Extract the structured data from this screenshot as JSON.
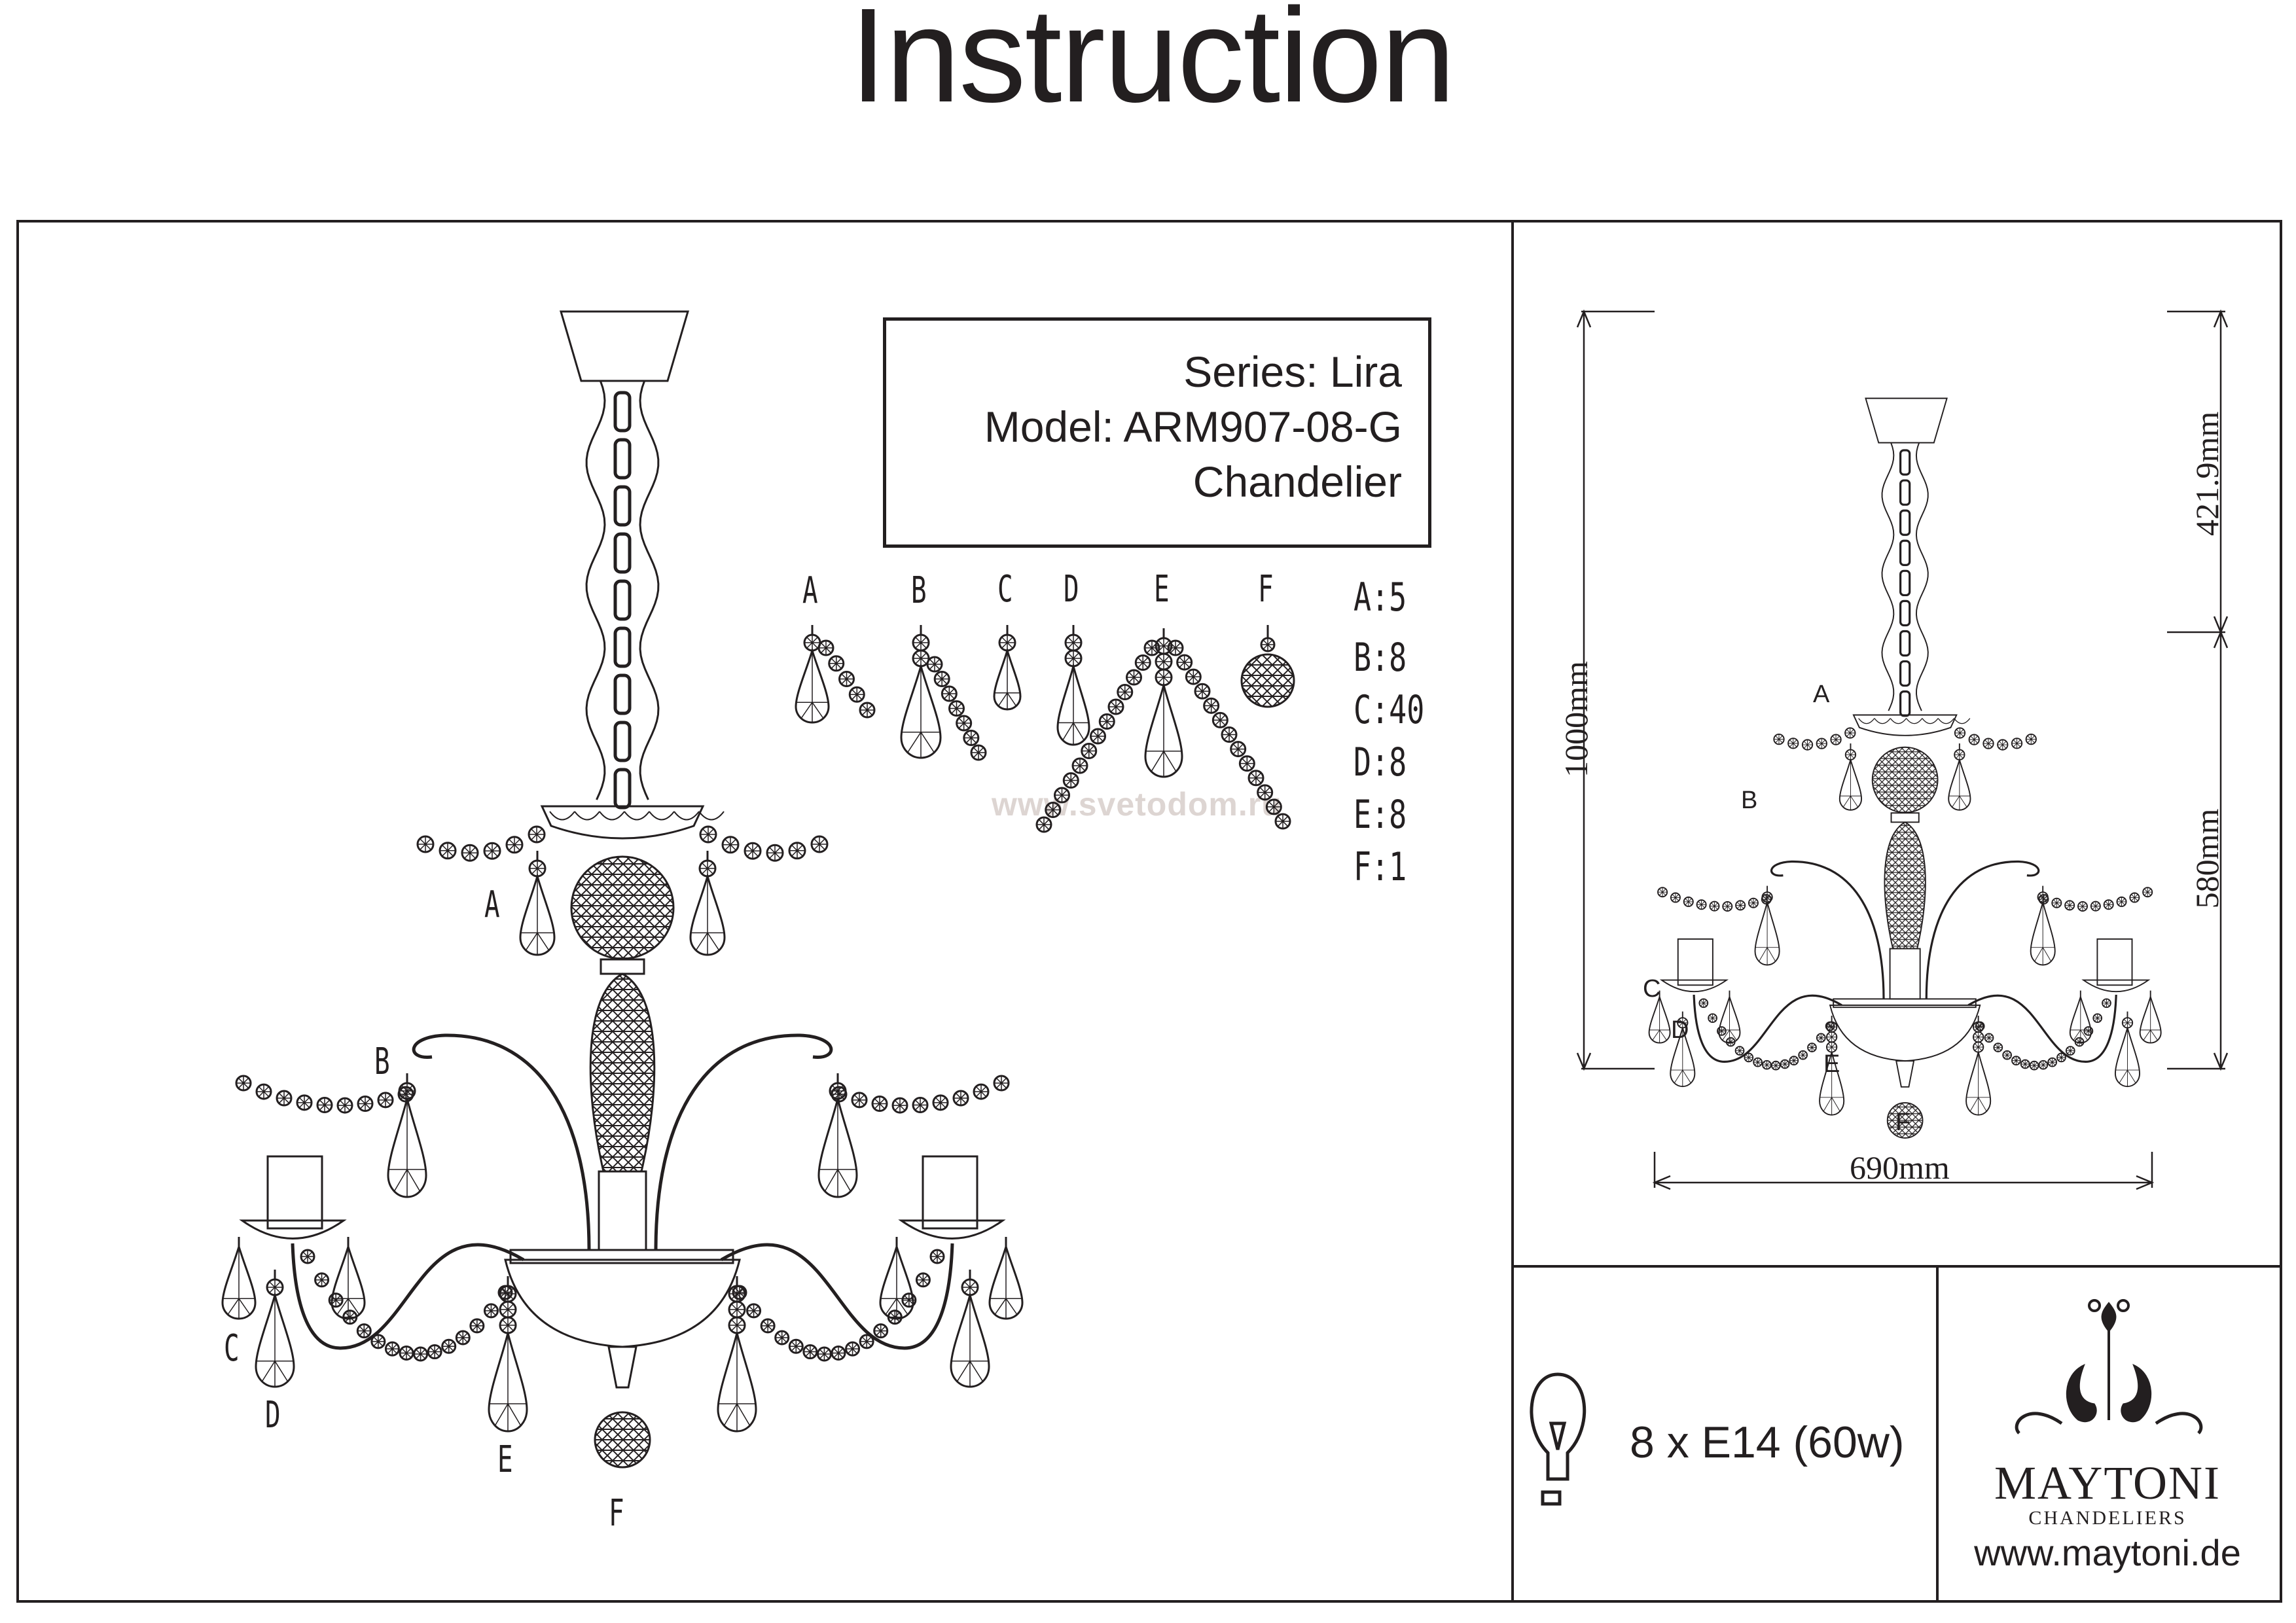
{
  "title": "Instruction",
  "info": {
    "series": "Series: Lira",
    "model": "Model: ARM907-08-G",
    "type": "Chandelier"
  },
  "parts_legend": {
    "labels": [
      "A",
      "B",
      "C",
      "D",
      "E",
      "F"
    ],
    "counts": [
      "A:5",
      "B:8",
      "C:40",
      "D:8",
      "E:8",
      "F:1"
    ]
  },
  "watermark": "www.svetodom.ru",
  "main_drawing_labels": [
    "A",
    "B",
    "C",
    "D",
    "E",
    "F"
  ],
  "dimension_drawing": {
    "labels": [
      "A",
      "B",
      "C",
      "D",
      "E",
      "F"
    ],
    "height_total": "1000mm",
    "height_top": "421.9mm",
    "height_bottom": "580mm",
    "width": "690mm"
  },
  "bulb": {
    "icon": "light-bulb-icon",
    "spec": "8 x E14 (60w)"
  },
  "brand": {
    "name": "MAYTONI",
    "subtitle": "CHANDELIERS",
    "website": "www.maytoni.de",
    "logo": "maytoni-chandelier-logo"
  }
}
